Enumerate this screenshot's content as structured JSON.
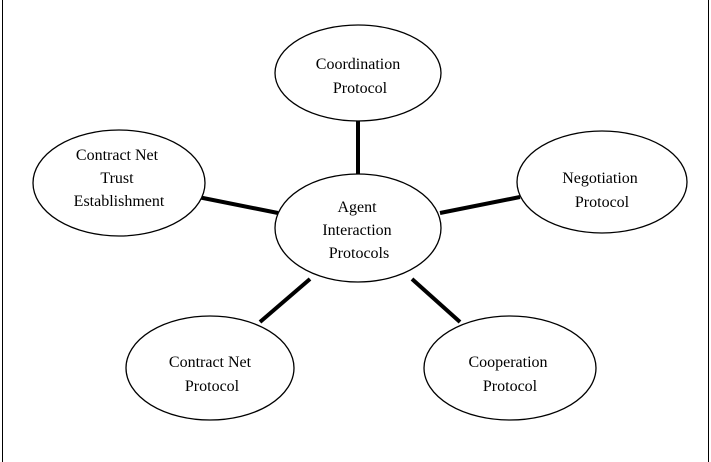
{
  "diagram": {
    "center": {
      "lines": [
        "Agent",
        "Interaction",
        "Protocols"
      ]
    },
    "nodes": [
      {
        "id": "coordination",
        "lines": [
          "Coordination",
          "Protocol"
        ]
      },
      {
        "id": "negotiation",
        "lines": [
          "Negotiation",
          "Protocol"
        ]
      },
      {
        "id": "cooperation",
        "lines": [
          "Cooperation",
          "Protocol"
        ]
      },
      {
        "id": "contract-net",
        "lines": [
          "Contract Net",
          "Protocol"
        ]
      },
      {
        "id": "contract-net-trust",
        "lines": [
          "Contract Net",
          "Trust",
          "Establishment"
        ]
      }
    ],
    "colors": {
      "stroke": "#000000",
      "fill": "#ffffff",
      "text": "#000000"
    }
  }
}
